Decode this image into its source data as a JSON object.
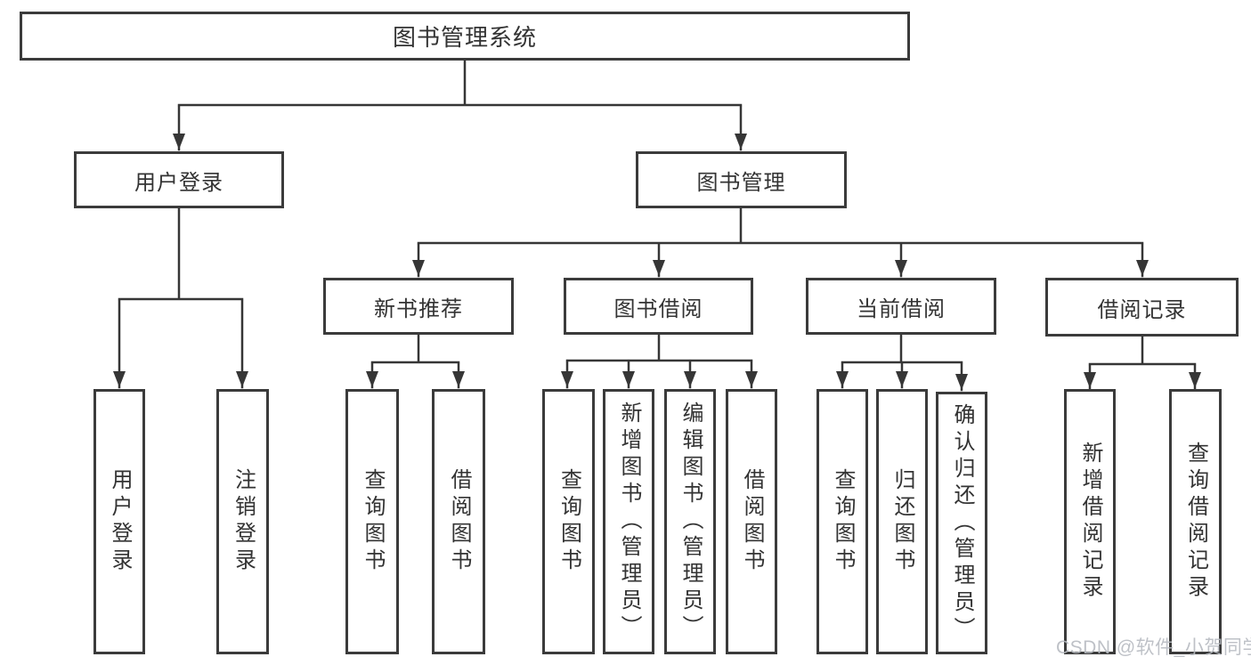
{
  "diagram": {
    "type": "hierarchy-tree",
    "colors": {
      "line": "#363636",
      "box_border": "#3b3b3b",
      "box_bg": "#ffffff",
      "text": "#333333",
      "watermark": "#b7bbc1"
    },
    "tree": {
      "root": {
        "label": "图书管理系统",
        "children": [
          {
            "label": "用户登录",
            "children": [
              {
                "label": "用户登录"
              },
              {
                "label": "注销登录"
              }
            ]
          },
          {
            "label": "图书管理",
            "children": [
              {
                "label": "新书推荐",
                "children": [
                  {
                    "label": "查询图书"
                  },
                  {
                    "label": "借阅图书"
                  }
                ]
              },
              {
                "label": "图书借阅",
                "children": [
                  {
                    "label": "查询图书"
                  },
                  {
                    "label": "新增图书（管理员）"
                  },
                  {
                    "label": "编辑图书（管理员）"
                  },
                  {
                    "label": "借阅图书"
                  }
                ]
              },
              {
                "label": "当前借阅",
                "children": [
                  {
                    "label": "查询图书"
                  },
                  {
                    "label": "归还图书"
                  },
                  {
                    "label": "确认归还（管理员）"
                  }
                ]
              },
              {
                "label": "借阅记录",
                "children": [
                  {
                    "label": "新增借阅记录"
                  },
                  {
                    "label": "查询借阅记录"
                  }
                ]
              }
            ]
          }
        ]
      }
    },
    "watermark": {
      "text": "CSDN @软件_小贺同学"
    }
  }
}
